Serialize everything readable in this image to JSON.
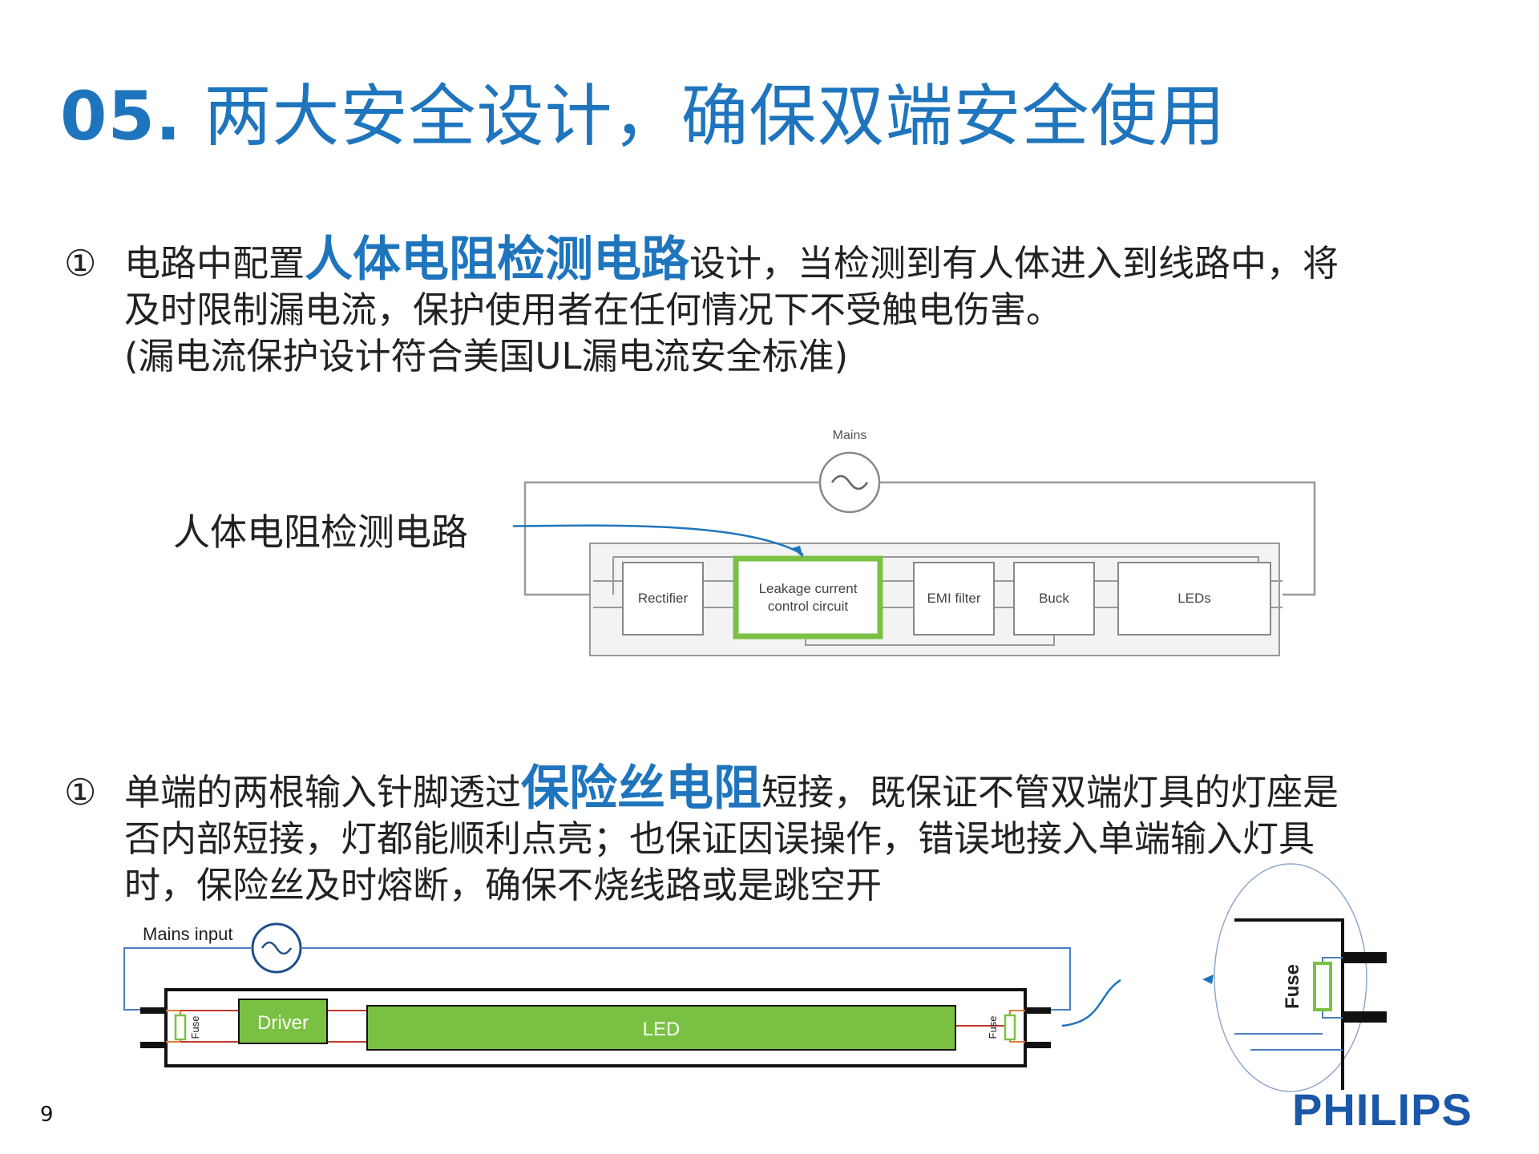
{
  "title": {
    "number": "05.",
    "text": "两大安全设计，确保双端安全使用"
  },
  "section1": {
    "marker": "①",
    "line1_pre": "电路中配置",
    "line1_highlight": "人体电阻检测电路",
    "line1_post": "设计，当检测到有人体进入到线路中，将",
    "line2": "及时限制漏电流，保护使用者在任何情况下不受触电伤害。",
    "line3": "(漏电流保护设计符合美国UL漏电流安全标准)"
  },
  "diagram1": {
    "mains_label": "Mains",
    "callout": "人体电阻检测电路",
    "blocks": [
      "Rectifier",
      "Leakage current",
      "control circuit",
      "EMI filter",
      "Buck",
      "LEDs"
    ]
  },
  "section2": {
    "marker": "①",
    "line1_pre": "单端的两根输入针脚透过",
    "line1_highlight": "保险丝电阻",
    "line1_post": "短接，既保证不管双端灯具的灯座是",
    "line2": "否内部短接，灯都能顺利点亮；也保证因误操作，错误地接入单端输入灯具",
    "line3": "时，保险丝及时熔断，确保不烧线路或是跳空开"
  },
  "diagram2": {
    "mains_label": "Mains input",
    "driver_label": "Driver",
    "led_label": "LED",
    "fuse_label": "Fuse",
    "zoom_fuse_label": "Fuse"
  },
  "footer": {
    "page_number": "9",
    "logo": "PHILIPS"
  },
  "colors": {
    "title_blue": "#1f75bd",
    "highlight_green": "#7ac143",
    "logo_blue": "#1a57a8"
  }
}
